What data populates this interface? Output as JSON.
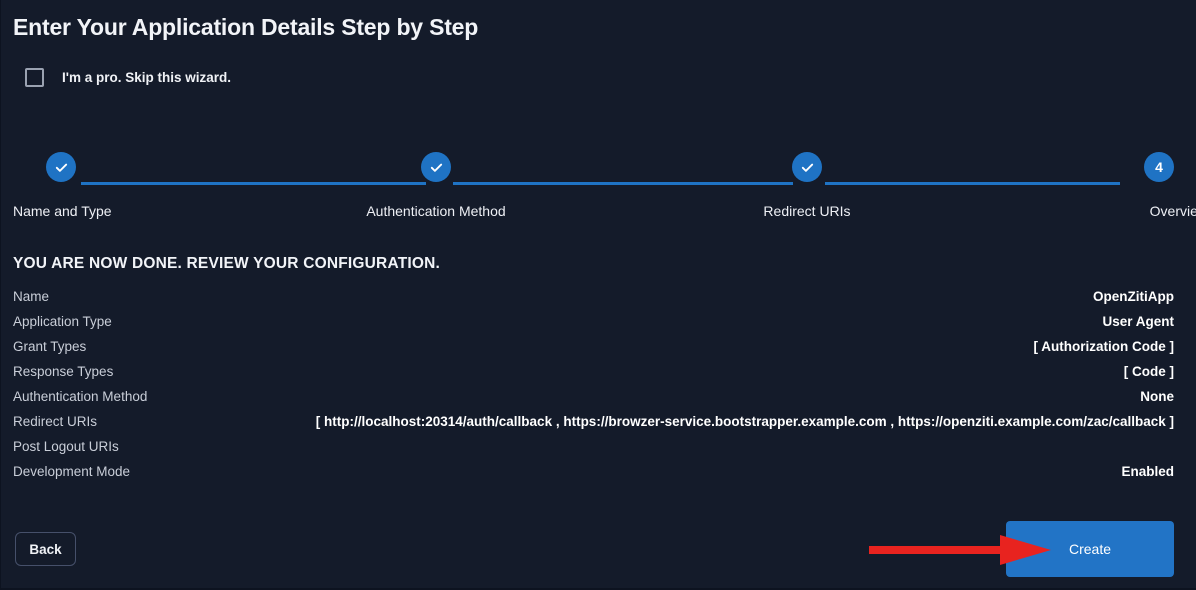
{
  "page": {
    "title": "Enter Your Application Details Step by Step",
    "background_color": "#141b2a",
    "accent_color": "#1f73c4",
    "annotation_color": "#e8231f"
  },
  "skip": {
    "label": "I'm a pro. Skip this wizard.",
    "checked": false
  },
  "stepper": {
    "steps": [
      {
        "index": "1",
        "label": "Name and Type",
        "state": "complete",
        "icon": "check-icon"
      },
      {
        "index": "2",
        "label": "Authentication Method",
        "state": "complete",
        "icon": "check-icon"
      },
      {
        "index": "3",
        "label": "Redirect URIs",
        "state": "complete",
        "icon": "check-icon"
      },
      {
        "index": "4",
        "label": "Overview",
        "state": "current",
        "icon": "number-badge"
      }
    ]
  },
  "review": {
    "heading": "YOU ARE NOW DONE. REVIEW YOUR CONFIGURATION.",
    "rows": [
      {
        "label": "Name",
        "value": "OpenZitiApp"
      },
      {
        "label": "Application Type",
        "value": "User Agent"
      },
      {
        "label": "Grant Types",
        "value": "[ Authorization Code ]"
      },
      {
        "label": "Response Types",
        "value": "[ Code ]"
      },
      {
        "label": "Authentication Method",
        "value": "None"
      },
      {
        "label": "Redirect URIs",
        "value": "[ http://localhost:20314/auth/callback , https://browzer-service.bootstrapper.example.com , https://openziti.example.com/zac/callback ]"
      },
      {
        "label": "Post Logout URIs",
        "value": ""
      },
      {
        "label": "Development Mode",
        "value": "Enabled"
      }
    ]
  },
  "footer": {
    "back_label": "Back",
    "create_label": "Create"
  },
  "annotation": {
    "name": "red-arrow-pointing-to-create-button"
  }
}
